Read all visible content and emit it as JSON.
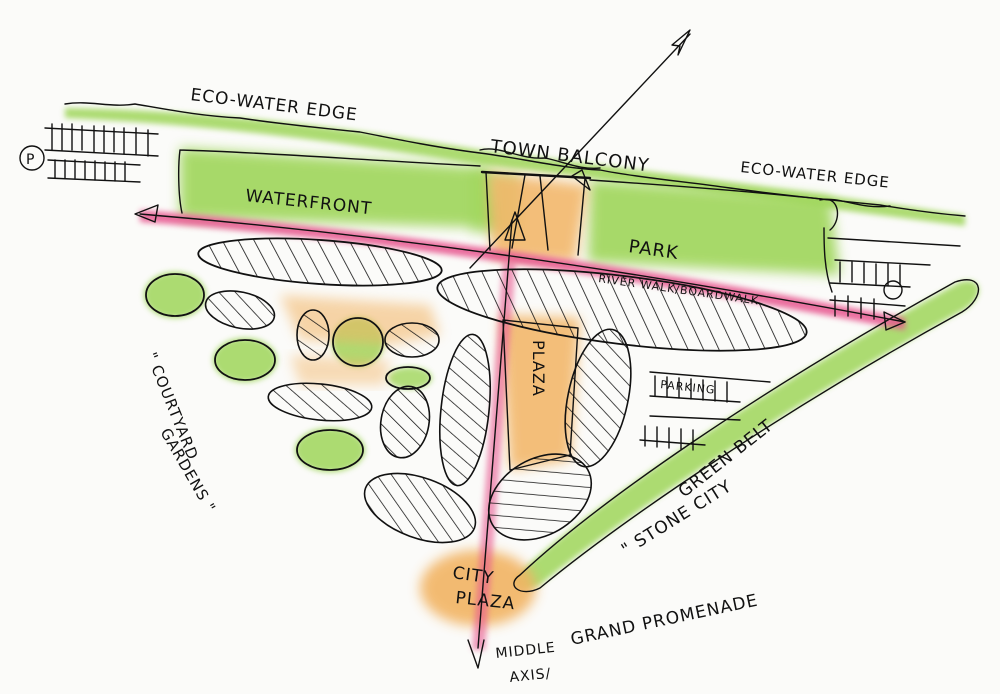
{
  "labels": {
    "eco_water_edge_left": "ECO-WATER EDGE",
    "eco_water_edge_right": "ECO-WATER EDGE",
    "town_balcony": "TOWN BALCONY",
    "waterfront": "WATERFRONT",
    "park": "PARK",
    "riverwalk": "RIVER WALK/BOARDWALK",
    "parking": "PARKING",
    "plaza": "PLAZA",
    "courtyard": "\" COURTYARD",
    "gardens": "GARDENS \"",
    "green_belt": "GREEN BELT",
    "stone_city": "\" STONE CITY",
    "city": "CITY",
    "plaza_city": "PLAZA",
    "middle": "MIDDLE",
    "axis": "AXIS/",
    "grand_promenade": "GRAND PROMENADE",
    "marker_p": "P"
  },
  "colors": {
    "green": "#9fd65a",
    "pink": "#e7578f",
    "orange": "#f2b463",
    "ink": "#111111"
  }
}
